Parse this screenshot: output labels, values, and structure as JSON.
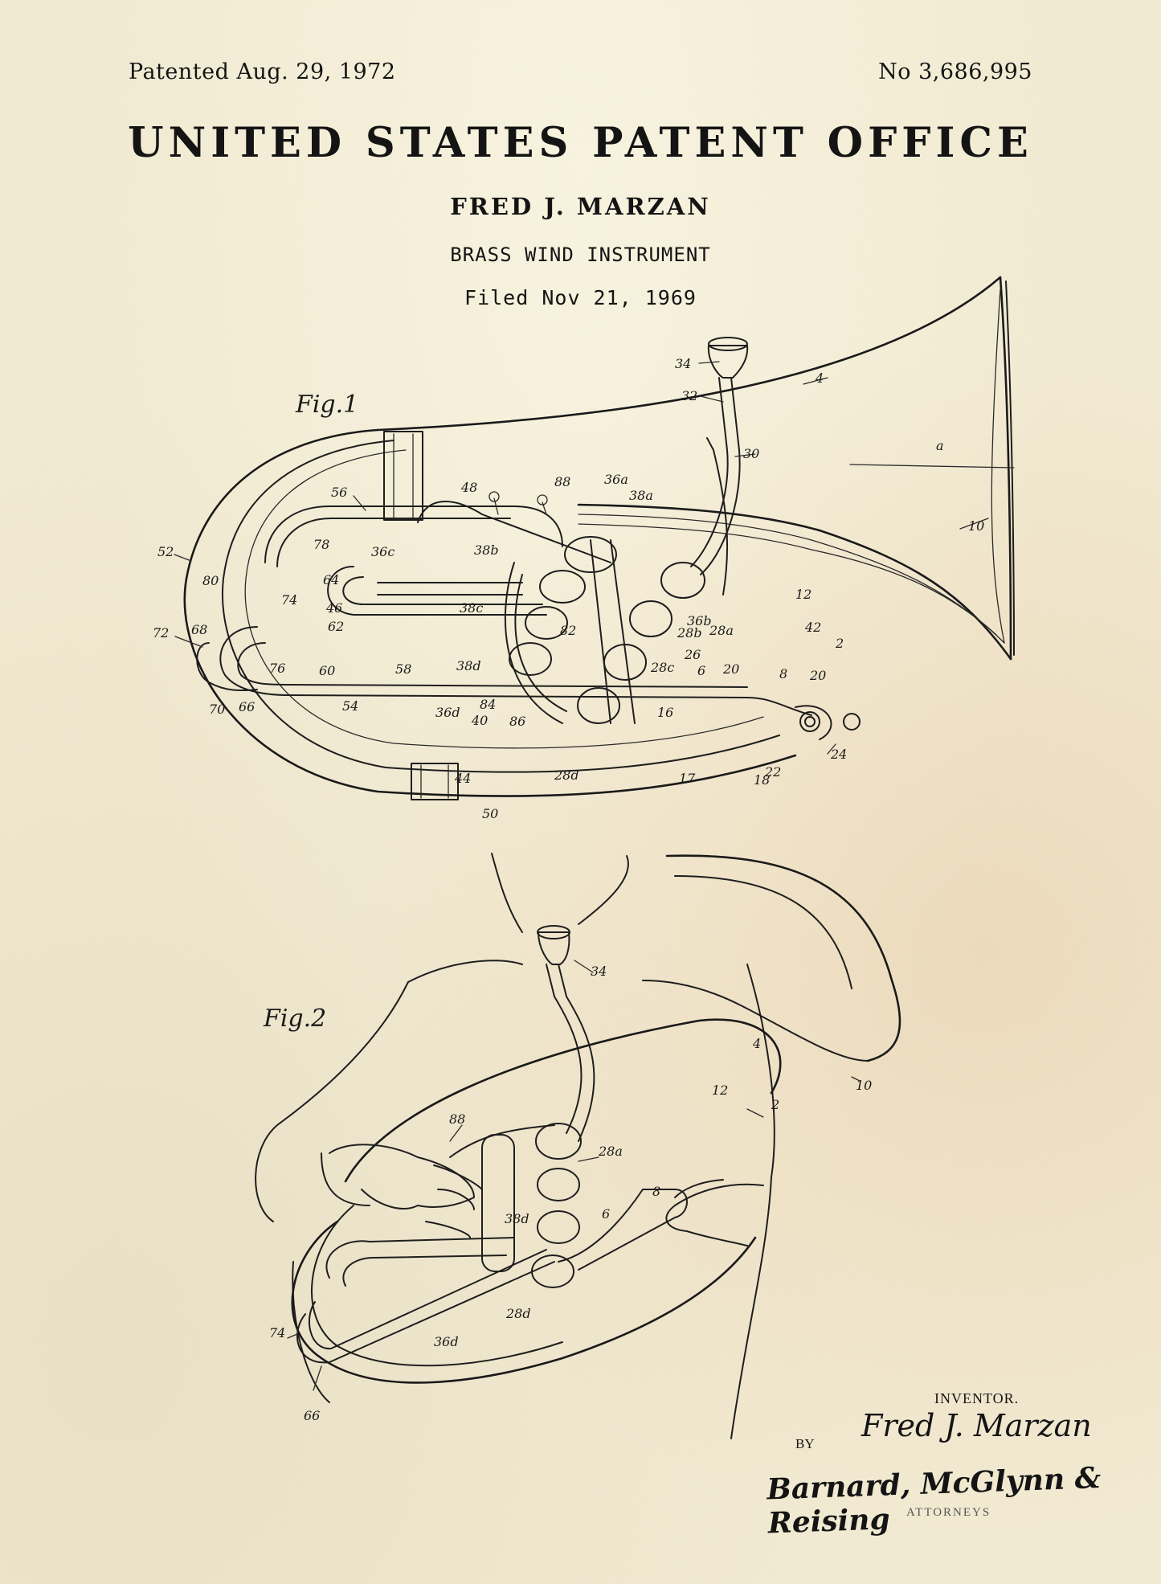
{
  "header": {
    "patented": "Patented Aug. 29, 1972",
    "number": "No 3,686,995",
    "office": "UNITED STATES PATENT OFFICE",
    "inventor": "FRED J. MARZAN",
    "title": "BRASS WIND INSTRUMENT",
    "filed": "Filed Nov 21, 1969"
  },
  "figures": {
    "fig1": {
      "label": "Fig.1",
      "refs": [
        "34",
        "32",
        "30",
        "4",
        "a",
        "10",
        "88",
        "36a",
        "48",
        "38a",
        "56",
        "38b",
        "52",
        "78",
        "36c",
        "80",
        "64",
        "74",
        "46",
        "38c",
        "12",
        "42",
        "2",
        "72",
        "68",
        "62",
        "36b",
        "28b",
        "28a",
        "82",
        "26",
        "76",
        "60",
        "58",
        "38d",
        "28c",
        "6",
        "20",
        "8",
        "20",
        "70",
        "66",
        "54",
        "36d",
        "84",
        "40",
        "86",
        "16",
        "24",
        "22",
        "28d",
        "17",
        "18",
        "44",
        "50"
      ]
    },
    "fig2": {
      "label": "Fig.2",
      "refs": [
        "34",
        "4",
        "10",
        "12",
        "2",
        "88",
        "28a",
        "38d",
        "8",
        "6",
        "28d",
        "74",
        "36d",
        "66"
      ]
    }
  },
  "signatures": {
    "inventor_caption": "INVENTOR.",
    "inventor_signature": "Fred J. Marzan",
    "by": "BY",
    "attorney_signature": "Barnard, McGlynn & Reising",
    "attorney_caption": "ATTORNEYS"
  }
}
